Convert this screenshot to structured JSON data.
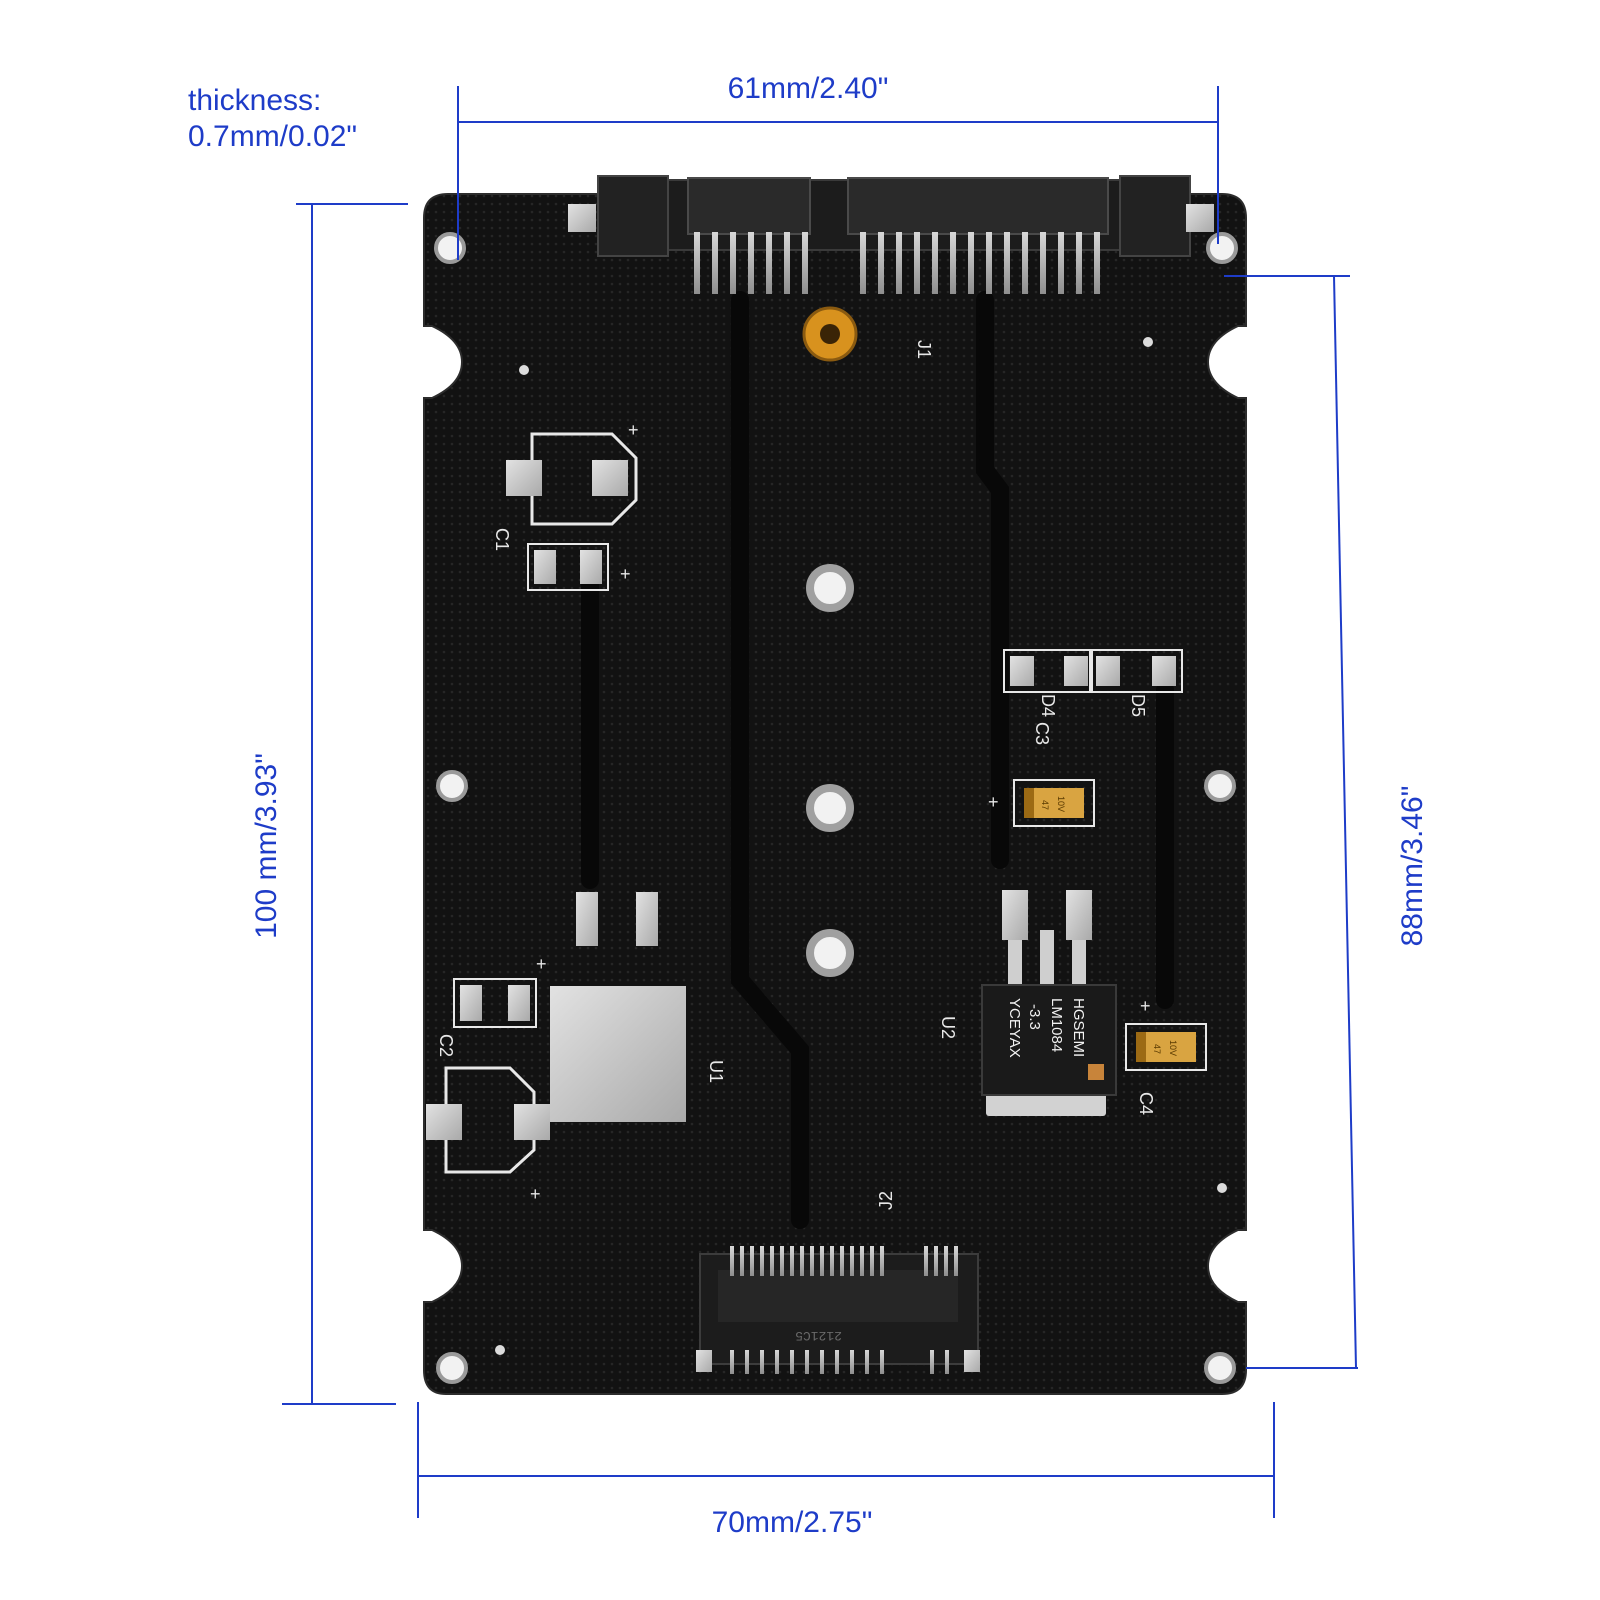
{
  "dimensions": {
    "thickness_label": "thickness:",
    "thickness_value": "0.7mm/0.02\"",
    "top_width": "61mm/2.40\"",
    "bottom_width": "70mm/2.75\"",
    "left_height": "100 mm/3.93\"",
    "right_height": "88mm/3.46\""
  },
  "silkscreen": {
    "j1": "J1",
    "j2": "J2",
    "c1": "C1",
    "c2": "C2",
    "c3": "C3",
    "c4": "C4",
    "d4": "D4",
    "d5": "D5",
    "u1": "U1",
    "u2": "U2",
    "plus": "+"
  },
  "regulator": {
    "line1": "YCEYAX",
    "line2": "-3.3",
    "line3": "LM1084",
    "line4": "HGSEMI"
  },
  "capacitor_marking": {
    "value": "47",
    "voltage": "10V"
  },
  "m2_socket_marking": "2121C5",
  "colors": {
    "dimension": "#1e3cc8",
    "pcb": "#111111",
    "silkscreen": "#e8e8e8",
    "pad": "#c9c9c9",
    "brass": "#d8921e",
    "tantalum": "#d9a441"
  }
}
